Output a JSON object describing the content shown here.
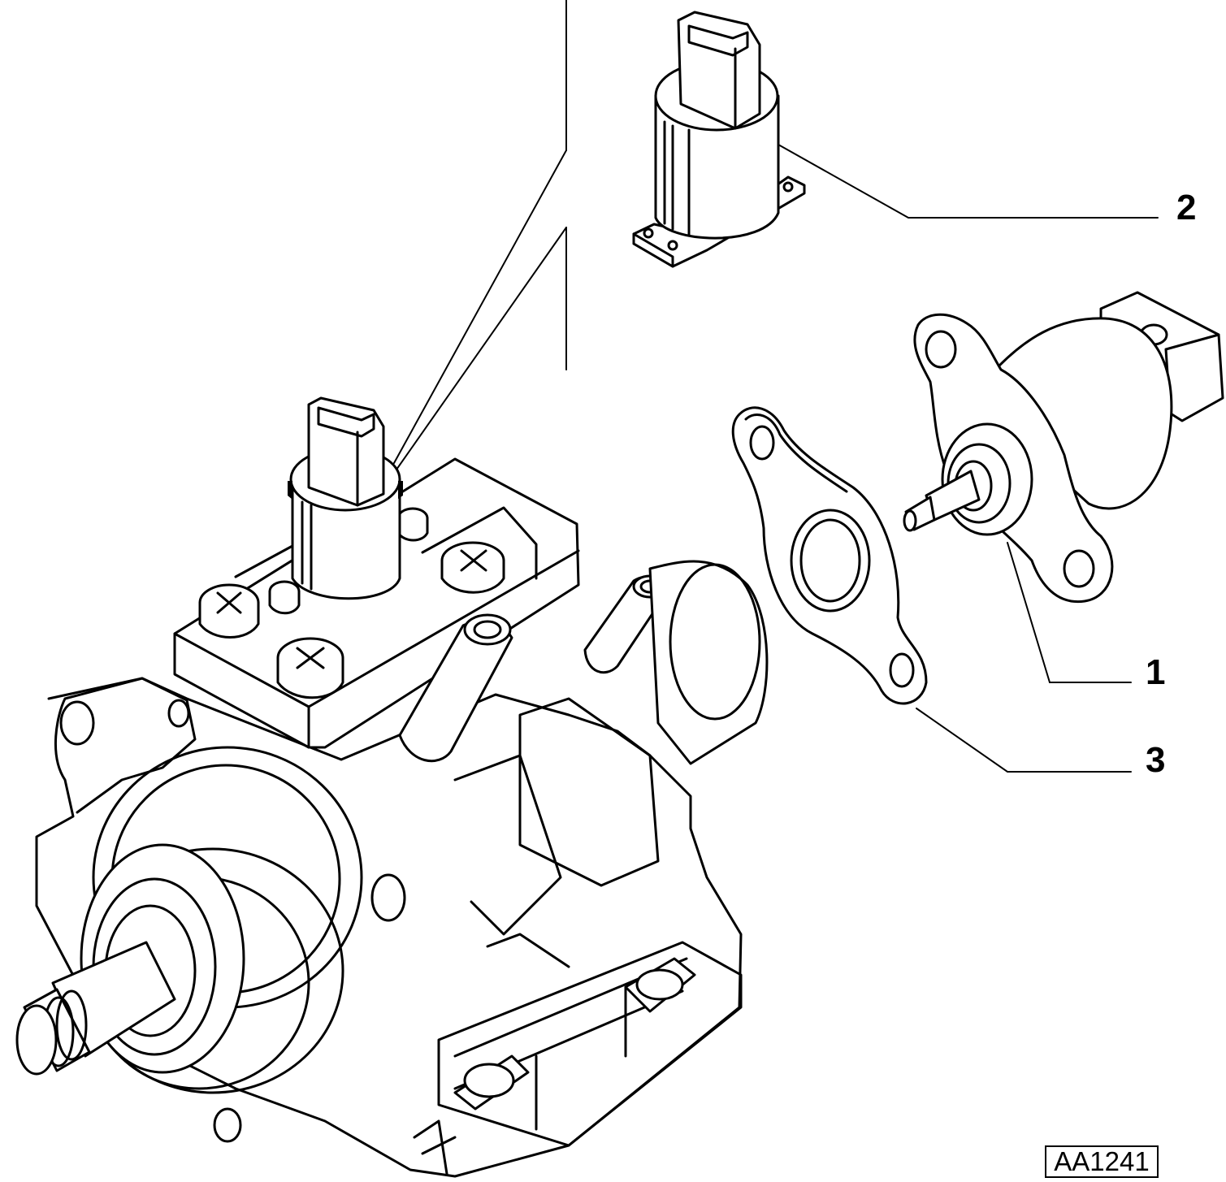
{
  "callouts": [
    {
      "id": "1",
      "label": "1"
    },
    {
      "id": "2",
      "label": "2"
    },
    {
      "id": "3",
      "label": "3"
    }
  ],
  "reference_code": "AA1241"
}
